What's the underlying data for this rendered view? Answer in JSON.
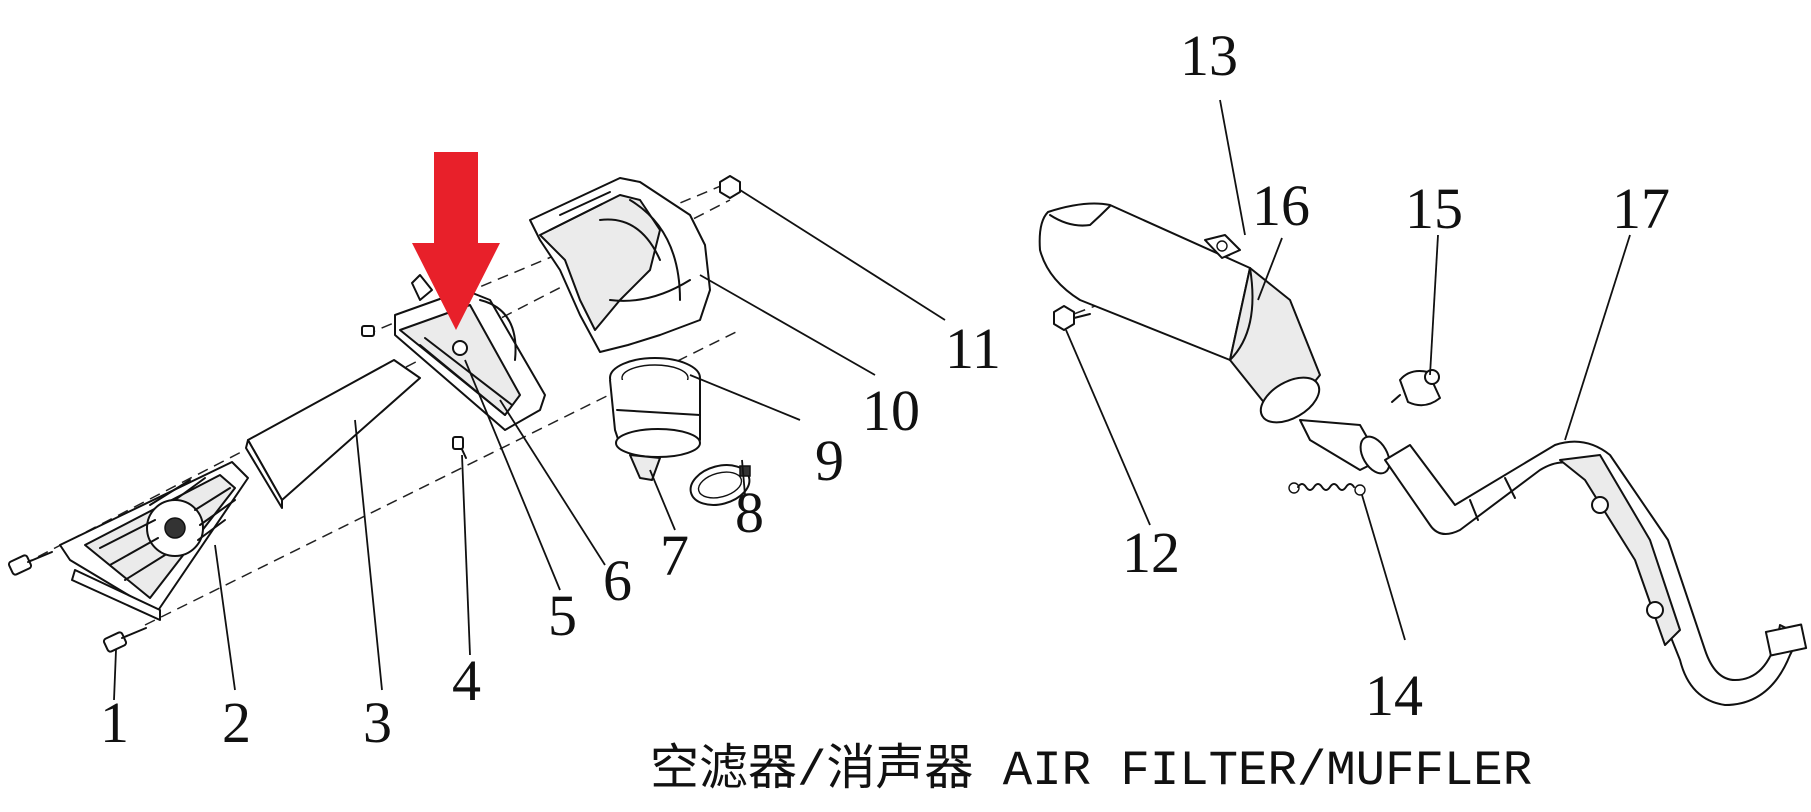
{
  "caption": "空滤器/消声器 AIR FILTER/MUFFLER",
  "callouts": {
    "c1": "1",
    "c2": "2",
    "c3": "3",
    "c4": "4",
    "c5": "5",
    "c6": "6",
    "c7": "7",
    "c8": "8",
    "c9": "9",
    "c10": "10",
    "c11": "11",
    "c12": "12",
    "c13": "13",
    "c14": "14",
    "c15": "15",
    "c16": "16",
    "c17": "17"
  },
  "colors": {
    "arrow": "#e8202a",
    "line": "#111111",
    "background": "#ffffff"
  }
}
